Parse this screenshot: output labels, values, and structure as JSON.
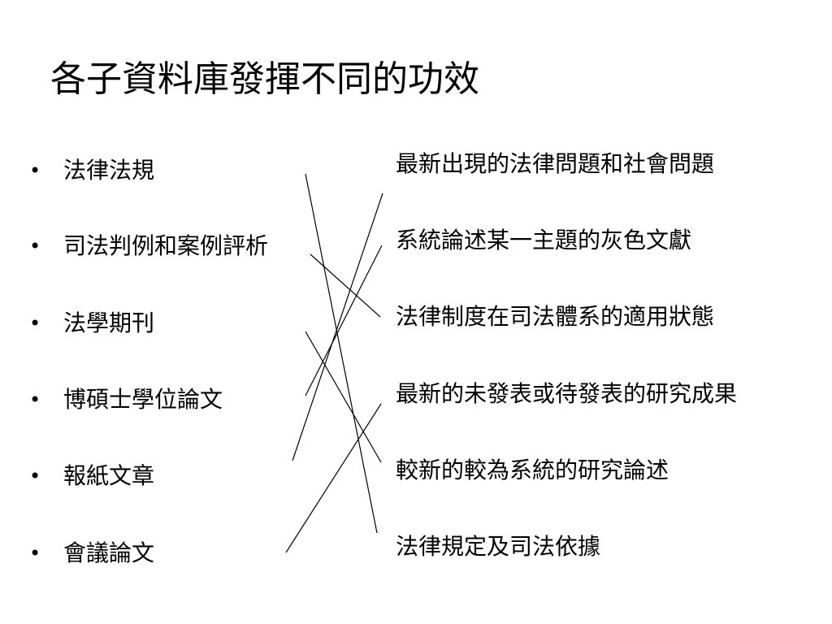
{
  "slide": {
    "title": "各子資料庫發揮不同的功效",
    "bullet_symbol": "•",
    "left_items": [
      {
        "label": "法律法規"
      },
      {
        "label": "司法判例和案例評析"
      },
      {
        "label": "法學期刊"
      },
      {
        "label": "博碩士學位論文"
      },
      {
        "label": "報紙文章"
      },
      {
        "label": "會議論文"
      }
    ],
    "right_items": [
      {
        "label": "最新出現的法律問題和社會問題"
      },
      {
        "label": "系統論述某一主題的灰色文獻"
      },
      {
        "label": "法律制度在司法體系的適用狀態"
      },
      {
        "label": "最新的未發表或待發表的研究成果"
      },
      {
        "label": "較新的較為系統的研究論述"
      },
      {
        "label": "法律規定及司法依據"
      }
    ],
    "line_color": "#000000"
  }
}
